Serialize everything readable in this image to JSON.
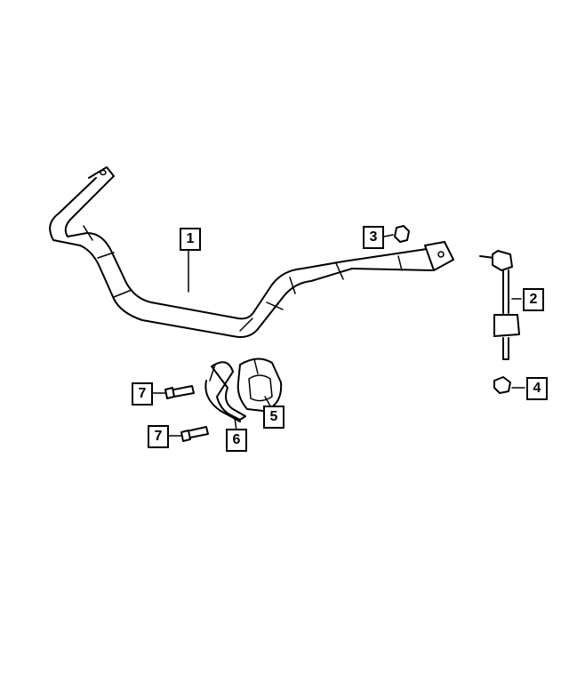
{
  "diagram": {
    "parts": [
      {
        "callout": "1",
        "part": "stabilizer-bar"
      },
      {
        "callout": "2",
        "part": "stabilizer-link"
      },
      {
        "callout": "3",
        "part": "nut"
      },
      {
        "callout": "4",
        "part": "nut"
      },
      {
        "callout": "5",
        "part": "bushing"
      },
      {
        "callout": "6",
        "part": "bushing-retainer"
      },
      {
        "callout": "7",
        "part": "bolt"
      },
      {
        "callout": "7",
        "part": "bolt"
      }
    ]
  }
}
